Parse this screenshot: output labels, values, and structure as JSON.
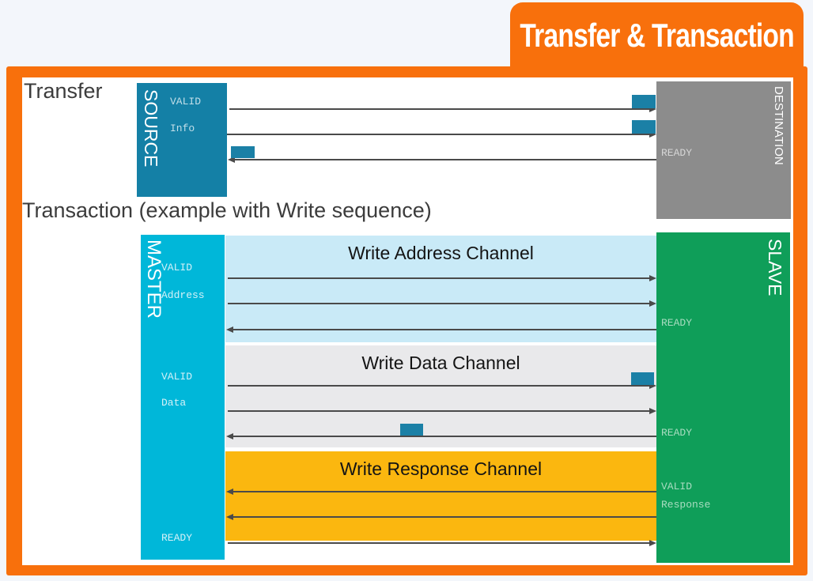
{
  "header": {
    "title": "Transfer & Transaction"
  },
  "transfer": {
    "heading": "Transfer",
    "source": {
      "name": "SOURCE",
      "valid_label": "VALID",
      "info_label": "Info"
    },
    "destination": {
      "name": "DESTINATION",
      "ready_label": "READY"
    },
    "signals": [
      {
        "label": "VALID",
        "direction": "source-to-destination"
      },
      {
        "label": "Info",
        "direction": "source-to-destination"
      },
      {
        "label": "READY",
        "direction": "destination-to-source"
      }
    ]
  },
  "transaction": {
    "heading": "Transaction (example with Write sequence)",
    "master": {
      "name": "MASTER",
      "address_valid_label": "VALID",
      "address_label": "Address",
      "data_valid_label": "VALID",
      "data_label": "Data",
      "ready_label": "READY"
    },
    "slave": {
      "name": "SLAVE",
      "address_ready_label": "READY",
      "data_ready_label": "READY",
      "response_valid_label": "VALID",
      "response_label": "Response"
    },
    "channels": [
      {
        "title": "Write Address Channel",
        "color": "#c9eaf7",
        "arrows": [
          "master-to-slave",
          "master-to-slave",
          "slave-to-master"
        ]
      },
      {
        "title": "Write Data Channel",
        "color": "#e9e9eb",
        "arrows": [
          "master-to-slave",
          "master-to-slave",
          "slave-to-master"
        ]
      },
      {
        "title": "Write Response Channel",
        "color": "#fbb70f",
        "arrows": [
          "slave-to-master",
          "slave-to-master",
          "master-to-slave"
        ]
      }
    ]
  },
  "colors": {
    "accent_orange": "#f8700c",
    "source_teal": "#1480a6",
    "destination_gray": "#8c8c8c",
    "master_cyan": "#00b7d9",
    "slave_green": "#0f9e59",
    "address_band": "#c9eaf7",
    "data_band": "#e9e9eb",
    "response_band": "#fbb70f",
    "pulse_marker": "#1b80a6",
    "page_background": "#f3f6fb"
  }
}
